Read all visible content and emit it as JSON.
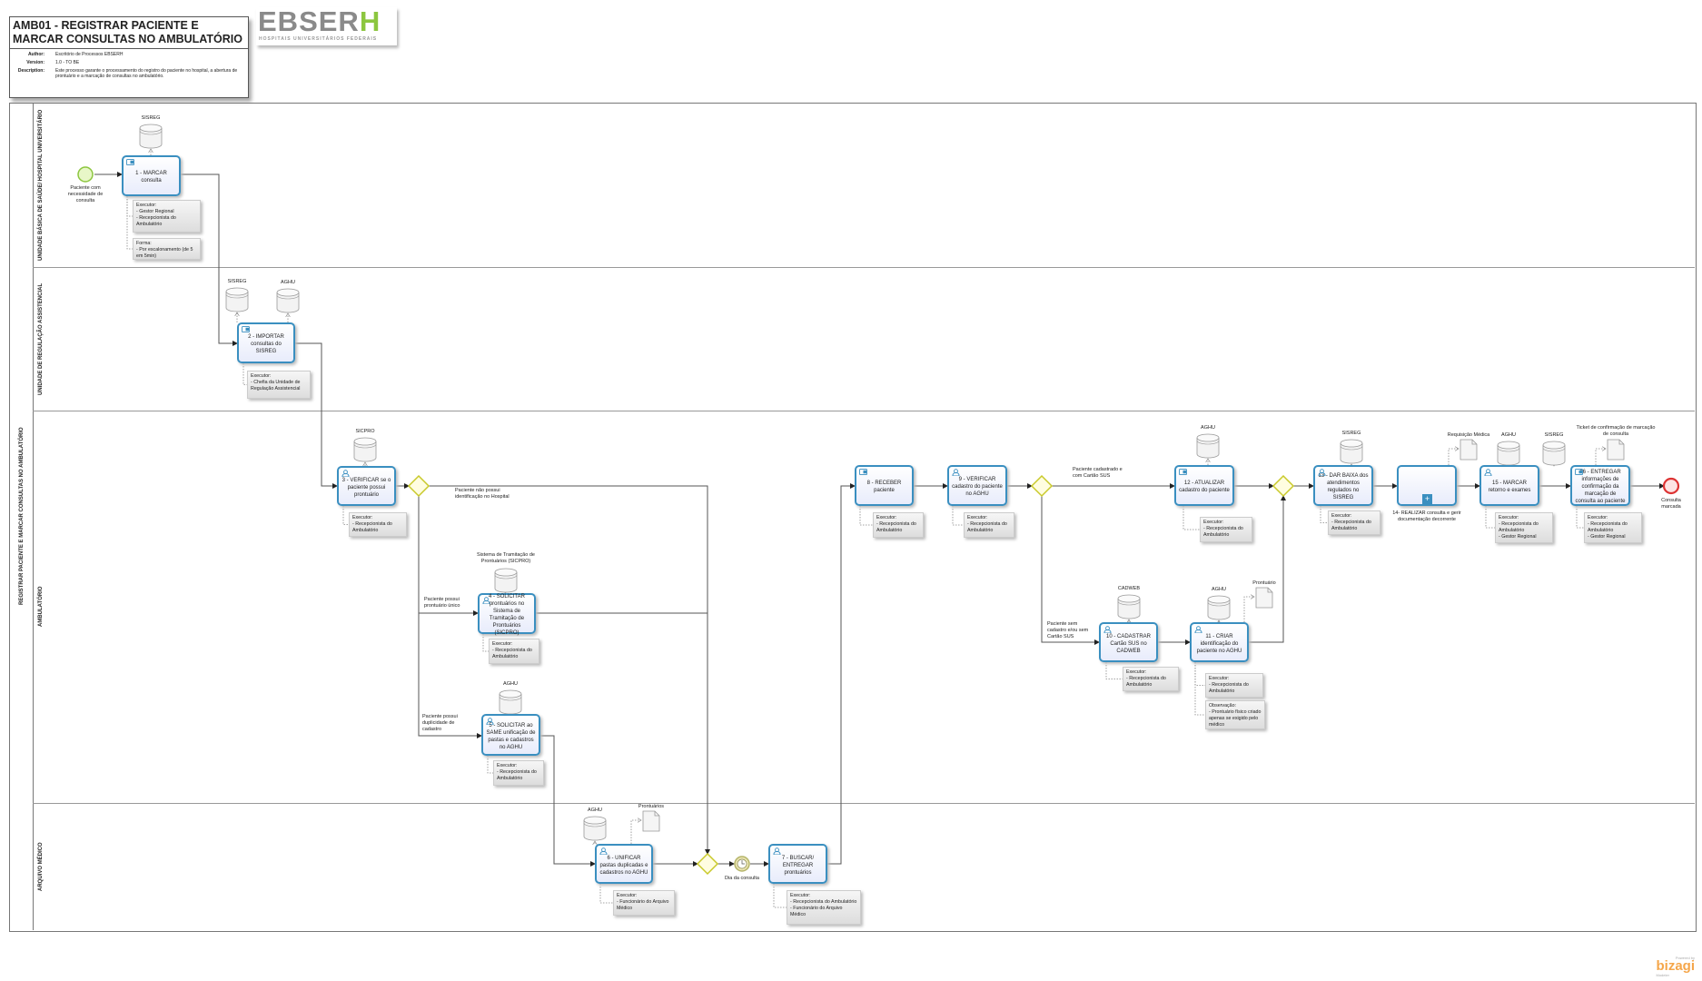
{
  "header": {
    "title": "AMB01 - REGISTRAR PACIENTE E MARCAR CONSULTAS NO AMBULATÓRIO",
    "author_label": "Author:",
    "author": "Escritório de Processos EBSERH",
    "version_label": "Version:",
    "version": "1.0 - TO BE",
    "description_label": "Description:",
    "description": "Este processo garante o processamento do registro do paciente no hospital, a abertura de prontuário e a marcação de consultas no ambulatório."
  },
  "logo": {
    "main": "EBSER",
    "accent": "H",
    "sub": "HOSPITAIS UNIVERSITÁRIOS FEDERAIS",
    "accent_color": "#8cc63f"
  },
  "pool": {
    "name": "REGISTRAR PACIENTE E MARCAR CONSULTAS NO AMBULATÓRIO"
  },
  "lanes": [
    "UNIDADE BÁSICA DE SAÚDE/ HOSPITAL UNIVERSITÁRIO",
    "UNIDADE DE REGULAÇÃO ASSISTENCIAL",
    "AMBULATÓRIO",
    "ARQUIVO MÉDICO"
  ],
  "events": {
    "start": "Paciente com necessidade de consulta",
    "timer": "Dia da consulta",
    "end": "Consulta marcada"
  },
  "tasks": [
    {
      "label": "1 - MARCAR consulta",
      "icon": "service-task-icon"
    },
    {
      "label": "2 - IMPORTAR consultas do SISREG",
      "icon": "service-task-icon"
    },
    {
      "label": "3 - VERIFICAR se o paciente possui prontuário",
      "icon": "user-task-icon"
    },
    {
      "label": "4 - SOLICITAR prontuários no Sistema de Tramitação de Prontuários (SICPRO)",
      "icon": "user-task-icon"
    },
    {
      "label": "5 - SOLICITAR ao SAME unificação de pastas e cadastros no AGHU",
      "icon": "user-task-icon"
    },
    {
      "label": "6 - UNIFICAR pastas duplicadas e cadastros no AGHU",
      "icon": "user-task-icon"
    },
    {
      "label": "7 - BUSCAR/ ENTREGAR prontuários",
      "icon": "user-task-icon"
    },
    {
      "label": "8 - RECEBER paciente",
      "icon": "service-task-icon"
    },
    {
      "label": "9 - VERIFICAR cadastro do paciente no AGHU",
      "icon": "user-task-icon"
    },
    {
      "label": "10 - CADASTRAR Cartão SUS no CADWEB",
      "icon": "user-task-icon"
    },
    {
      "label": "11 - CRIAR identificação do paciente no AGHU",
      "icon": "user-task-icon"
    },
    {
      "label": "12 - ATUALIZAR cadastro do paciente",
      "icon": "service-task-icon"
    },
    {
      "label": "13 - DAR BAIXA dos atendimentos regulados no SISREG",
      "icon": "user-task-icon"
    },
    {
      "label": "",
      "icon": "subprocess-plus-icon",
      "caption": "14- REALIZAR consulta e gerir documentação decorrente"
    },
    {
      "label": "15 - MARCAR retorno e exames",
      "icon": "user-task-icon"
    },
    {
      "label": "16 - ENTREGAR informações de confirmação da marcação de consulta ao paciente",
      "icon": "service-task-icon"
    }
  ],
  "annotations": [
    "Executor:\n- Gestor Regional\n- Recepcionista do Ambulatório",
    "Forma:\n- Por escalonamento (de 5 em 5min)",
    "Executor:\n- Chefia da Unidade de Regulação Assistencial",
    "Executor:\n- Recepcionista do Ambulatório",
    "Executor:\n- Recepcionista do Ambulatório",
    "Executor:\n- Recepcionista do Ambulatório",
    "Executor:\n- Funcionário do Arquivo Médico",
    "Executor:\n- Recepcionista do Ambulatório\n- Funcionário do Arquivo Médico",
    "Executor:\n- Recepcionista do Ambulatório",
    "Executor:\n- Recepcionista do Ambulatório",
    "Executor:\n- Recepcionista do Ambulatório",
    "Executor:\n- Recepcionista do Ambulatório",
    "Executor:\n- Recepcionista do Ambulatório",
    "Observação:\n- Prontuário físico criado apenas se exigido pelo médico",
    "Executor:\n- Recepcionista do Ambulatório",
    "Executor:\n- Recepcionista do Ambulatório\n- Gestor Regional",
    "Executor:\n- Recepcionista do Ambulatório\n- Gestor Regional"
  ],
  "artifacts": [
    {
      "label": "SISREG",
      "type": "datastore"
    },
    {
      "label": "SISREG",
      "type": "datastore"
    },
    {
      "label": "AGHU",
      "type": "datastore"
    },
    {
      "label": "SICPRO",
      "type": "datastore"
    },
    {
      "label": "Sistema de Tramitação de Prontuários (SICPRO)",
      "type": "datastore"
    },
    {
      "label": "AGHU",
      "type": "datastore"
    },
    {
      "label": "AGHU",
      "type": "datastore"
    },
    {
      "label": "Prontuários",
      "type": "document"
    },
    {
      "label": "AGHU",
      "type": "datastore"
    },
    {
      "label": "CADWEB",
      "type": "datastore"
    },
    {
      "label": "AGHU",
      "type": "datastore"
    },
    {
      "label": "Prontuário",
      "type": "document"
    },
    {
      "label": "SISREG",
      "type": "datastore"
    },
    {
      "label": "Requisição Médica",
      "type": "document"
    },
    {
      "label": "AGHU",
      "type": "datastore"
    },
    {
      "label": "SISREG",
      "type": "datastore"
    },
    {
      "label": "Ticket de confirmação de marcação de consulta",
      "type": "document"
    }
  ],
  "flow_labels": [
    "Paciente não possui identificação no Hospital",
    "Paciente possui prontuário único",
    "Paciente possui duplicidade de cadastro",
    "Paciente cadastrado e com Cartão SUS",
    "Paciente sem cadastro e/ou sem Cartão SUS"
  ],
  "footer": {
    "powered": "Powered by",
    "brand": "bizagi",
    "product": "Modeler"
  },
  "colors": {
    "task_border": "#3a8fc0",
    "gateway": "#c9c92a",
    "start": "#8cc63f",
    "end": "#d33",
    "timer": "#b5b56a"
  }
}
